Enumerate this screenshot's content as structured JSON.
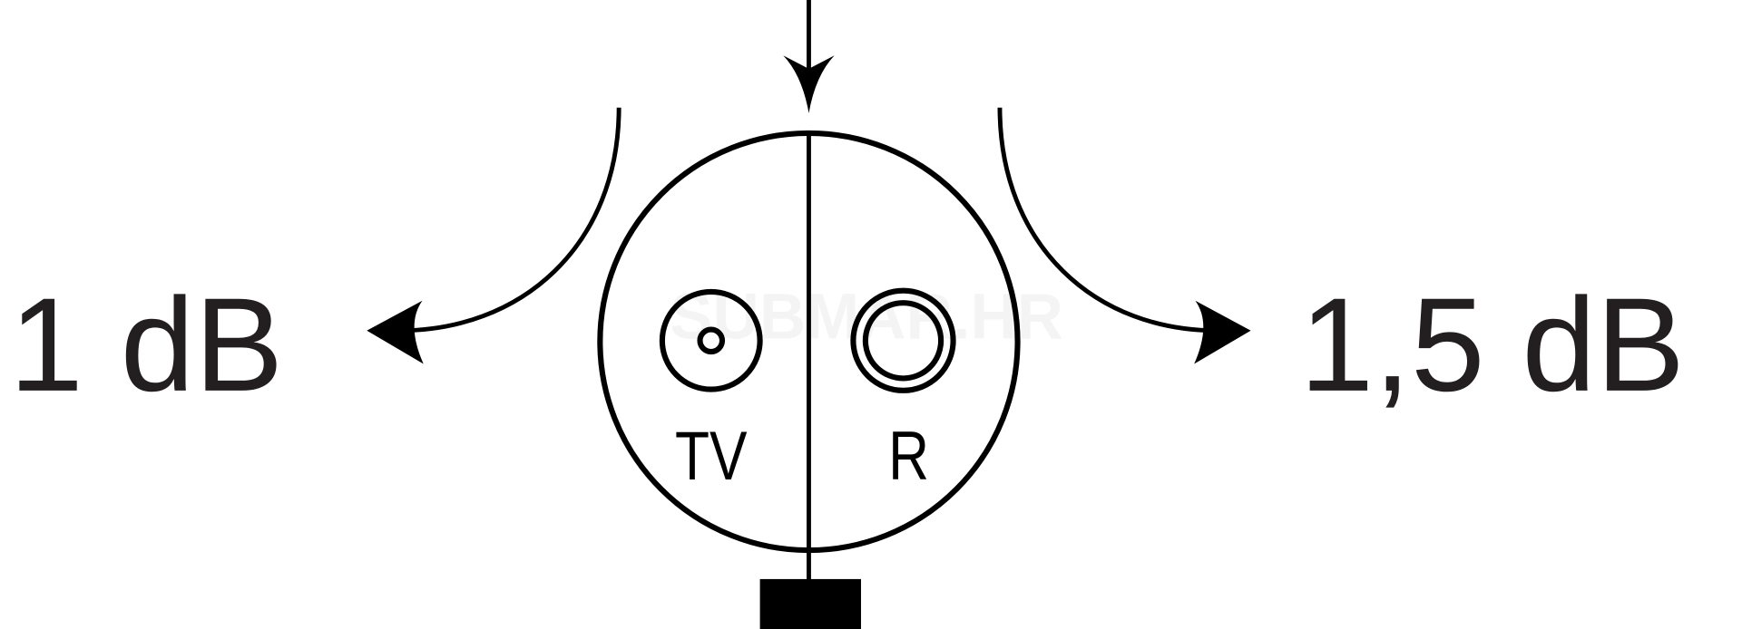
{
  "diagram": {
    "left_loss_label": "1 dB",
    "right_loss_label": "1,5 dB",
    "tv_port_label": "TV",
    "radio_port_label": "R",
    "watermark": "SUBMAR.HR",
    "line_color": "#000000",
    "text_color": "#231f20"
  }
}
